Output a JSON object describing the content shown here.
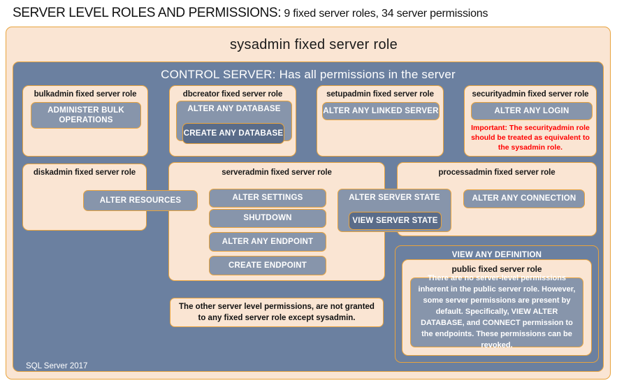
{
  "title": {
    "main": "SERVER LEVEL ROLES AND PERMISSIONS:",
    "sub": " 9 fixed server roles, 34 server permissions"
  },
  "colors": {
    "peach": "#fae5d3",
    "blue": "#6b80a0",
    "permission": "#8795ab",
    "permission_dark": "#5a6c89",
    "border_gold": "#e8a33d",
    "alert_red": "#ff0000"
  },
  "outer": {
    "sysadmin_label": "sysadmin fixed server role",
    "control_server_label": "CONTROL SERVER: Has all permissions in the server",
    "version_label": "SQL Server 2017"
  },
  "roles": [
    {
      "id": "bulkadmin",
      "title": "bulkadmin fixed server role",
      "permissions": [
        {
          "label": "ADMINISTER  BULK OPERATIONS",
          "style": "normal"
        }
      ]
    },
    {
      "id": "dbcreator",
      "title": "dbcreator fixed server role",
      "permissions": [
        {
          "label": "ALTER ANY DATABASE",
          "style": "normal"
        },
        {
          "label": "CREATE  ANY DATABASE",
          "style": "dark"
        }
      ]
    },
    {
      "id": "setupadmin",
      "title": "setupadmin fixed server role",
      "permissions": [
        {
          "label": "ALTER ANY LINKED SERVER",
          "style": "normal"
        }
      ]
    },
    {
      "id": "securityadmin",
      "title": "securityadmin fixed server role",
      "permissions": [
        {
          "label": "ALTER ANY LOGIN",
          "style": "normal"
        }
      ],
      "note": "Important:  The securityadmin role should  be treated as equivalent to the  sysadmin role."
    },
    {
      "id": "diskadmin",
      "title": "diskadmin fixed server role",
      "permissions": [
        {
          "label": "ALTER RESOURCES",
          "style": "normal"
        }
      ]
    },
    {
      "id": "serveradmin",
      "title": "serveradmin fixed server role",
      "permissions": [
        {
          "label": "ALTER SETTINGS",
          "style": "normal"
        },
        {
          "label": "SHUTDOWN",
          "style": "normal"
        },
        {
          "label": "ALTER ANY ENDPOINT",
          "style": "normal"
        },
        {
          "label": "CREATE  ENDPOINT",
          "style": "normal"
        },
        {
          "label": "ALTER SERVER STATE",
          "style": "normal"
        },
        {
          "label": "VIEW SERVER  STATE",
          "style": "dark"
        }
      ]
    },
    {
      "id": "processadmin",
      "title": "processadmin fixed server role",
      "permissions": [
        {
          "label": "ALTER ANY CONNECTION",
          "style": "normal"
        }
      ]
    },
    {
      "id": "public",
      "container_label": "VIEW ANY DEFINITION",
      "title": "public  fixed server role",
      "body": "There are no server-level permissions inherent in the public server role. However, some server permissions are present by default. Specifically, VIEW ALTER DATABASE, and CONNECT permission to the endpoints. These permissions can be revoked."
    }
  ],
  "notes": {
    "other_permissions": "The other server level permissions,  are not granted to any fixed server role except sysadmin."
  }
}
